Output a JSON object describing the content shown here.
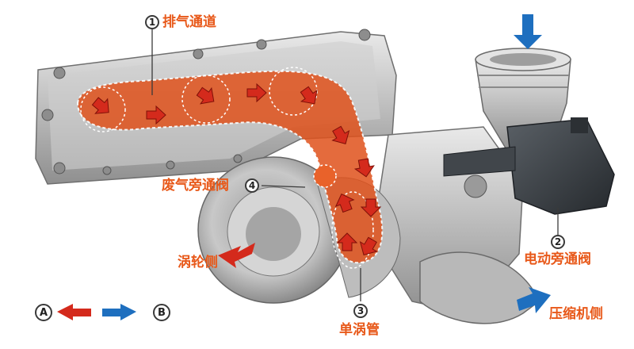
{
  "labels": {
    "exhaust_channel": "排气通道",
    "wastegate_valve": "废气旁通阀",
    "turbine_side": "涡轮侧",
    "electric_bypass_valve": "电动旁通阀",
    "single_scroll": "单涡管",
    "compressor_side": "压缩机侧"
  },
  "markers": {
    "m1": "1",
    "m2": "2",
    "m3": "3",
    "m4": "4"
  },
  "legend": {
    "a": "A",
    "b": "B"
  },
  "colors": {
    "label_orange": "#e8591a",
    "exhaust_flow": "#e0521c",
    "arrow_red": "#d42a1c",
    "arrow_blue": "#1e6fbf",
    "metal": "#c9c9c9",
    "actuator": "#3a3f44"
  },
  "icons": {
    "arrow_a": "red-left-arrow-icon",
    "arrow_b": "blue-right-arrow-icon",
    "inlet_arrow": "blue-down-arrow-icon"
  }
}
